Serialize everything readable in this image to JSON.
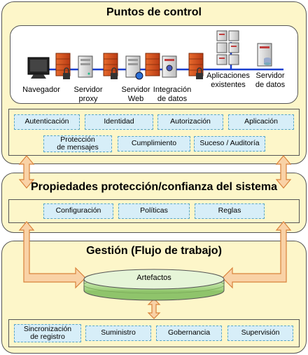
{
  "panels": {
    "top_title": "Puntos de control",
    "middle_title": "Propiedades protección/confianza del sistema",
    "bottom_title": "Gestión (Flujo de trabajo)"
  },
  "network": {
    "nodes": [
      {
        "label": "Navegador",
        "icon": "monitor-icon"
      },
      {
        "label": "Servidor\nproxy",
        "icon": "server-icon"
      },
      {
        "label": "Servidor\nWeb",
        "icon": "server-icon"
      },
      {
        "label": "Integración\nde datos",
        "icon": "server-icon"
      },
      {
        "label": "Aplicaciones\nexistentes",
        "icon": "server-stack-icon"
      },
      {
        "label": "Servidor\nde datos",
        "icon": "database-server-icon"
      }
    ],
    "firewall_icon": "firewall-icon",
    "lock_icon": "lock-icon"
  },
  "control_points": [
    "Autenticación",
    "Identidad",
    "Autorización",
    "Aplicación",
    "Protección\nde mensajes",
    "Cumplimiento",
    "Suceso / Auditoría"
  ],
  "properties": [
    "Configuración",
    "Políticas",
    "Reglas"
  ],
  "management": {
    "artifacts_label": "Artefactos",
    "items": [
      "Sincronización\nde registro",
      "Suministro",
      "Gobernancia",
      "Supervisión"
    ]
  },
  "colors": {
    "panel_fill": "#fdf6c9",
    "chip_fill": "#d7eef8",
    "chip_border": "#5aa7c7",
    "arrow_fill": "#f9d2a6",
    "arrow_stroke": "#d9823b",
    "network_line": "#1a3fcf"
  }
}
